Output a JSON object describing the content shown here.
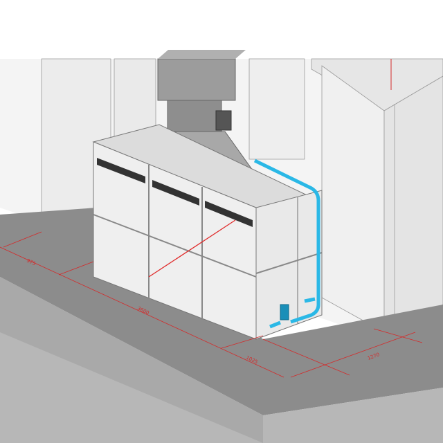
{
  "diagram": {
    "dimensions": [
      {
        "label": "975"
      },
      {
        "label": "3600"
      },
      {
        "label": "1025"
      },
      {
        "label": "1270"
      }
    ],
    "colors": {
      "dimension": "#d42a2a",
      "pipe": "#2ab8e6",
      "floor": "#8a8a8a",
      "wall": "#efefef",
      "duct": "#9a9a9a"
    }
  }
}
